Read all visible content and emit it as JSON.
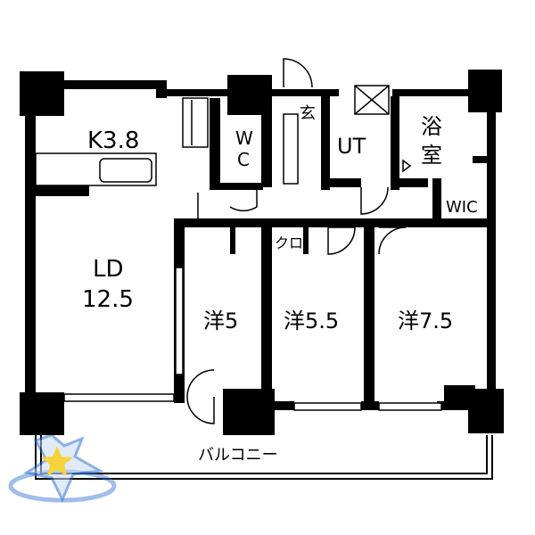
{
  "floorplan": {
    "rooms": {
      "kitchen": "K3.8",
      "living_code": "LD",
      "living_size": "12.5",
      "wc_top": "W",
      "wc_bottom": "C",
      "entrance": "玄",
      "utility": "UT",
      "bath_top": "浴",
      "bath_bottom": "室",
      "wic": "WIC",
      "closet": "クロ",
      "bedroom_1": "洋5",
      "bedroom_2": "洋5.5",
      "bedroom_3": "洋7.5",
      "balcony": "バルコニー"
    },
    "colors": {
      "wall": "#000000",
      "background": "#ffffff",
      "logo_blue": "#2f6fd0",
      "logo_star": "#f5d33a"
    },
    "icons": [
      "star-logo-icon"
    ]
  }
}
